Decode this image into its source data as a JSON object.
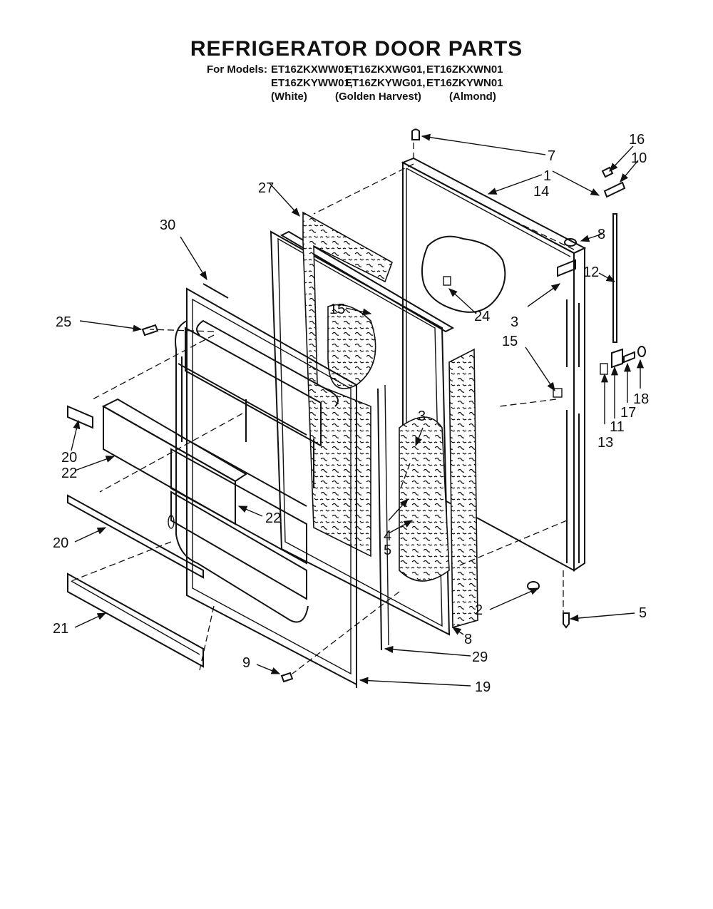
{
  "header": {
    "title": "REFRIGERATOR DOOR PARTS",
    "models_label": "For Models:",
    "model_rows": [
      [
        "ET16ZKXWW01,",
        "ET16ZKXWG01,",
        "ET16ZKXWN01"
      ],
      [
        "ET16ZKYWW01,",
        "ET16ZKYWG01,",
        "ET16ZKYWN01"
      ]
    ],
    "colors": [
      "(White)",
      "(Golden Harvest)",
      "(Almond)"
    ]
  },
  "callouts": [
    "1",
    "2",
    "3",
    "3",
    "4",
    "5",
    "5",
    "6",
    "7",
    "8",
    "9",
    "10",
    "11",
    "12",
    "13",
    "14",
    "15",
    "15",
    "16",
    "17",
    "18",
    "19",
    "20",
    "20",
    "21",
    "22",
    "22",
    "24",
    "25",
    "27",
    "29",
    "30"
  ]
}
